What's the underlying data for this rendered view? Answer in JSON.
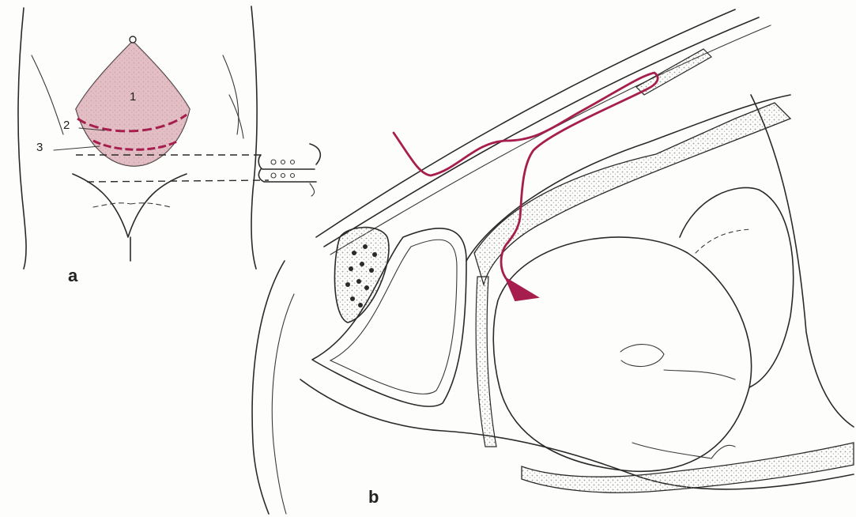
{
  "colors": {
    "incision": "#a61e4d",
    "region_fill": "#d9a8b2",
    "stipple": "#bdbdb8",
    "ink": "#2a2a2a",
    "background": "#fdfdfb"
  },
  "panel_a": {
    "label": "a",
    "region_labels": [
      "1",
      "2",
      "3"
    ]
  },
  "panel_b": {
    "label": "b"
  }
}
